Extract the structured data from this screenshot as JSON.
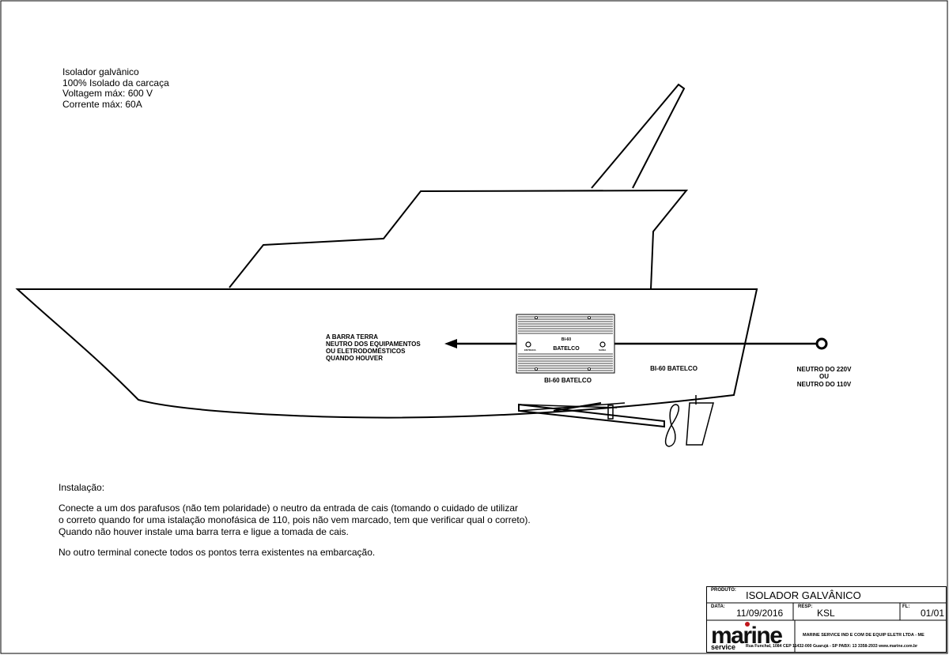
{
  "specs": [
    "Isolador galvânico",
    "100% Isolado da carcaça",
    "Voltagem máx: 600 V",
    "Corrente máx: 60A"
  ],
  "labels": {
    "barra_terra": [
      "A BARRA TERRA",
      "NEUTRO DOS EQUIPAMENTOS",
      "OU ELETRODOMÉSTICOS",
      "QUANDO HOUVER"
    ],
    "device_model": "BI-60",
    "device_brand": "BATELCO",
    "terminal_left": "ENTRADA",
    "terminal_right": "SAÍDA",
    "device_caption_below": "BI-60 BATELCO",
    "device_caption_right": "BI-60 BATELCO",
    "neutro": [
      "NEUTRO DO 220V",
      "OU",
      "NEUTRO DO 110V"
    ]
  },
  "installation": {
    "title": "Instalação:",
    "lines": [
      "Conecte a um dos parafusos (não tem polaridade) o neutro da entrada de cais (tomando o cuidado de utilizar",
      "o correto quando for uma istalação monofásica de 110, pois não vem marcado, tem que verificar qual o correto).",
      "Quando não houver instale uma barra terra e ligue a tomada de cais."
    ],
    "last_line": "No outro terminal conecte todos os pontos terra existentes na embarcação."
  },
  "title_block": {
    "produto_label": "PRODUTO:",
    "produto": "ISOLADOR GALVÂNICO",
    "data_label": "DATA:",
    "data": "11/09/2016",
    "resp_label": "RESP:",
    "resp": "KSL",
    "fl_label": "FL:",
    "fl": "01/01",
    "logo": "marine",
    "logo_sub": "service",
    "logo_dot_color": "#c0161b",
    "company": "MARINE SERVICE IND E COM DE EQUIP ELETR LTDA - ME",
    "address": "Rua Funchal, 1084  CEP 11432-000 Guarujá - SP PABX: 13  3358-2933 www.marine.com.br"
  }
}
